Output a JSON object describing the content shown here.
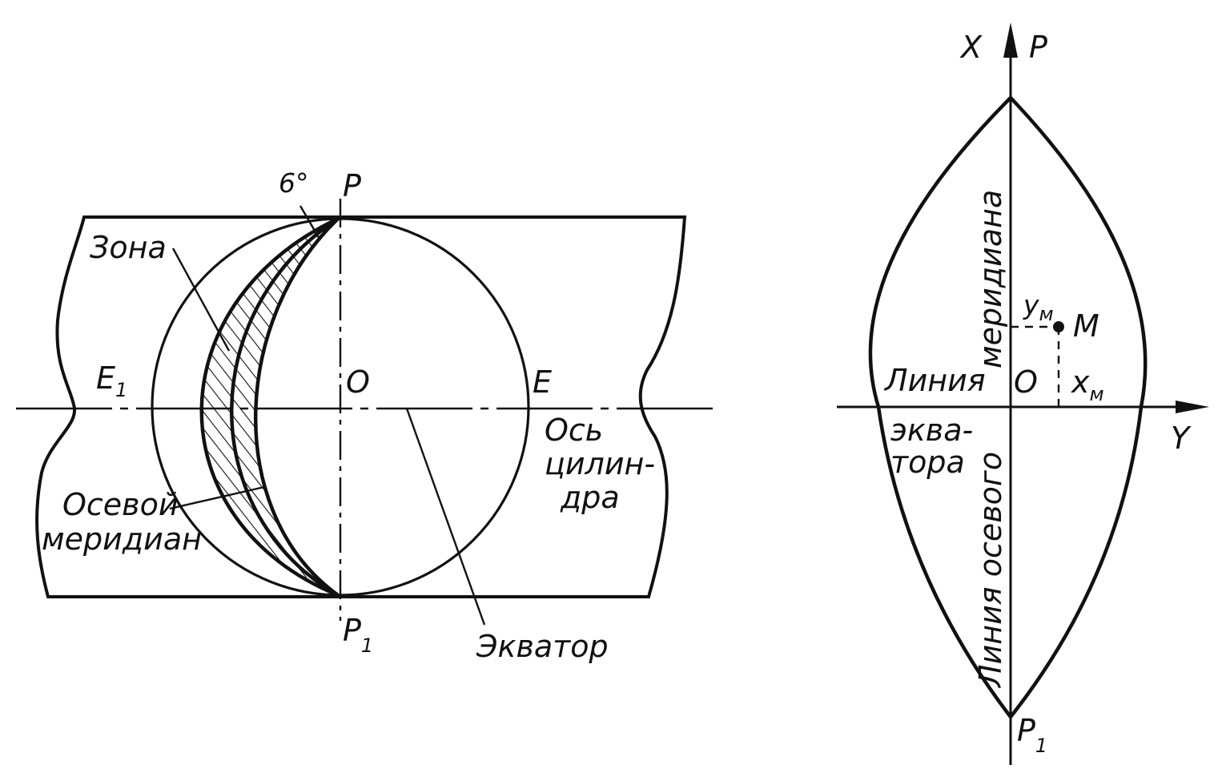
{
  "left_figure": {
    "labels": {
      "angle": "6°",
      "pole_top": "P",
      "zone": "Зона",
      "e1_main": "E",
      "e1_sub": "1",
      "center": "O",
      "east": "E",
      "axis_line1": "Ось",
      "axis_line2": "цилин-",
      "axis_line3": "дра",
      "meridian_line1": "Осевой",
      "meridian_line2": "меридиан",
      "pole_bottom_main": "P",
      "pole_bottom_sub": "1",
      "equator": "Экватор"
    }
  },
  "right_figure": {
    "labels": {
      "axis_x": "X",
      "pole_top": "P",
      "meridian_vertical_top": "меридиана",
      "y_m_main": "y",
      "y_m_sub": "м",
      "point_m": "M",
      "equator_line": "Линия",
      "center": "O",
      "x_m_main": "x",
      "x_m_sub": "м",
      "axis_y": "Y",
      "equator_word1": "эква-",
      "equator_word2": "тора",
      "meridian_vertical_bottom": "Линия осевого",
      "pole_bottom_main": "P",
      "pole_bottom_sub": "1"
    }
  }
}
